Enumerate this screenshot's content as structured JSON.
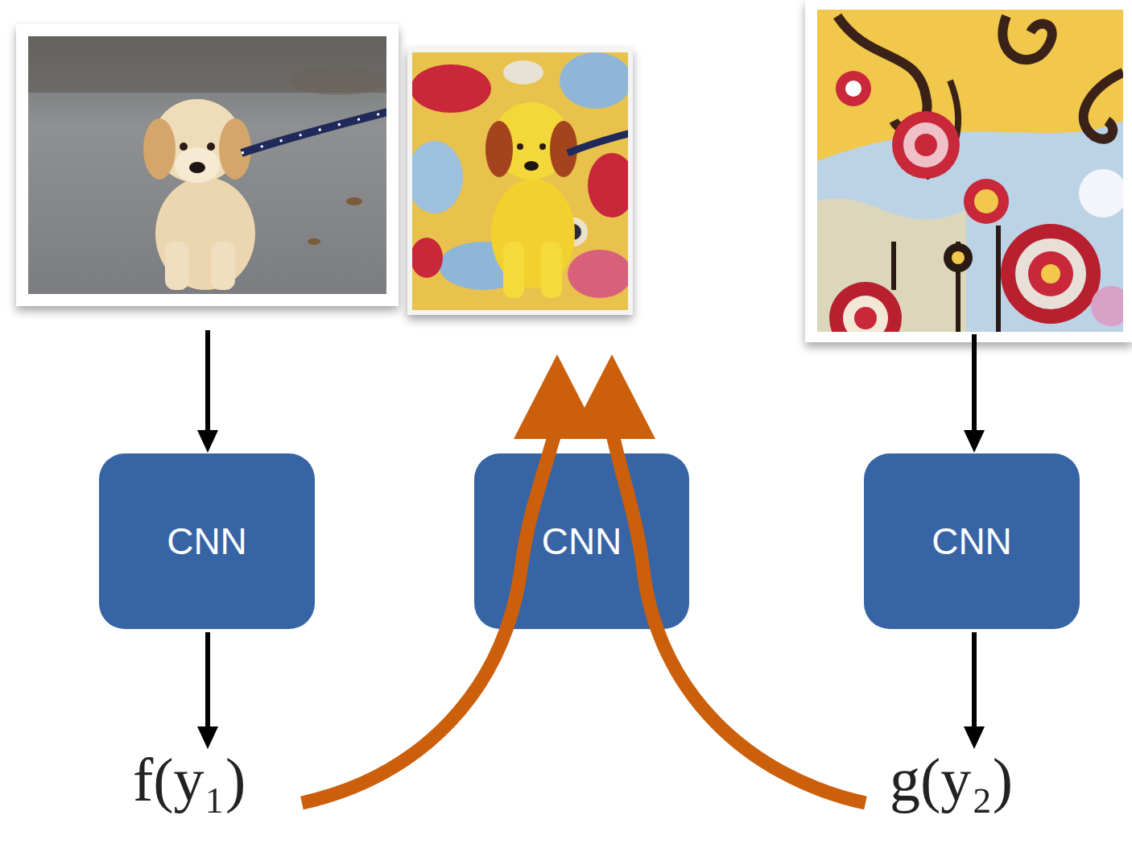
{
  "diagram": {
    "nodes": [
      {
        "text": [
          "CNN"
        ]
      },
      {
        "text": [
          "CNN"
        ]
      },
      {
        "text": [
          "CNN"
        ]
      }
    ],
    "labels": [
      "f(y₁)",
      "g(y₂)"
    ]
  }
}
